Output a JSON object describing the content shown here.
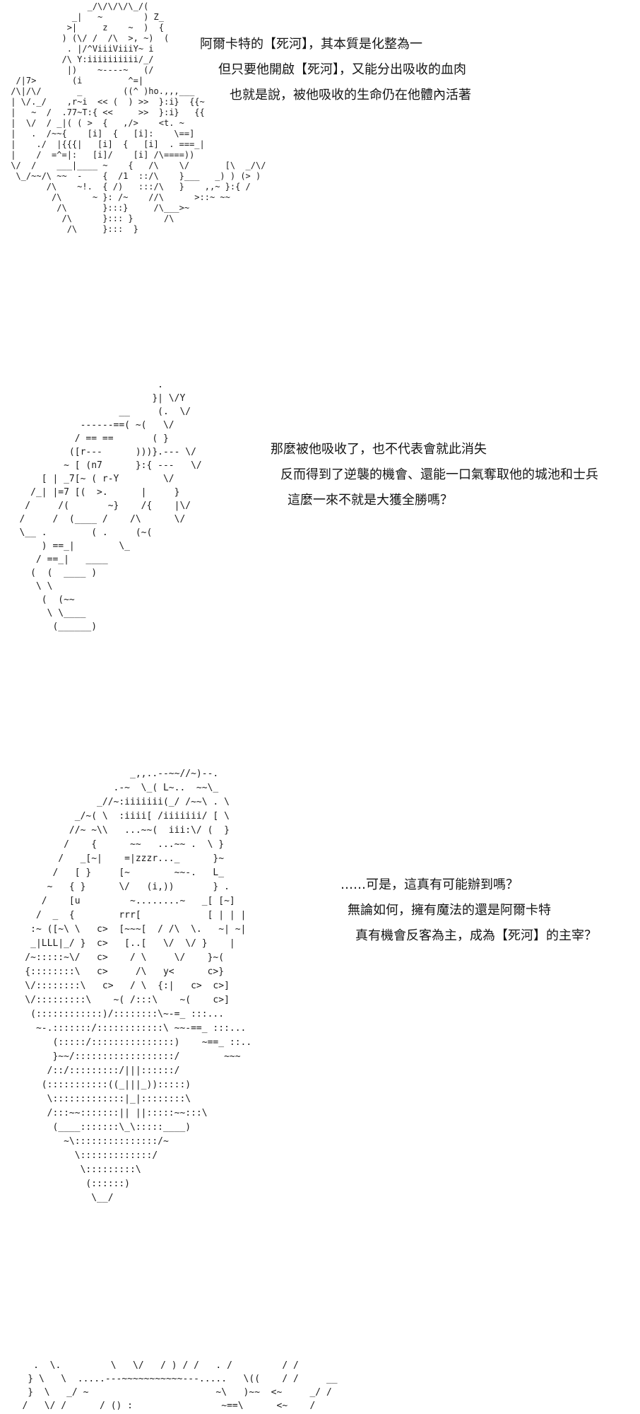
{
  "page": {
    "background_color": "#ffffff",
    "art_color": "#1b1b1b",
    "text_color": "#141414"
  },
  "panels": [
    {
      "id": "panel-1",
      "dialogue": [
        "阿爾卡特的【死河】，其本質是化整為一",
        "但只要他開啟【死河】，又能分出吸收的血肉",
        "也就是說，被他吸收的生命仍在他體內活著"
      ],
      "ascii_art": [
        "                _/\\/\\/\\/\\_/(",
        "             _|   ~        ) Z_",
        "            >|     z    ~  )  {",
        "           ) (\\/ /  /\\  >, ~)  (",
        "            . |/^ViiiViiiY~ i",
        "           /\\ Y:iiiiiiiiii/_/",
        "            |)    ~----~   (/",
        "  /|7>       (i         ^=|",
        " /\\|/\\/       _        ((^ )ho.,,,___",
        " | \\/._/    ,r~i  << (  ) >>  }:i}  {{~",
        " |   ~  /  .77~T:{ <<     >>  }:i}   {{",
        " |  \\/  / _|( ( >  {   ,/>    <t. ~",
        " |   .  /~~{    [i]  {   [i]:    \\==]",
        " |    ./  |{{{|   [i]  {   [i]  . ===_|",
        " |    /  =^=|:   [i]/    [i] /\\====))",
        " \\/  /    ___|____ ~    {   /\\    \\/       [\\  _/\\/",
        "  \\_/~~/\\ ~~  -    {  /1  ::/\\    }___   _) ) (> )",
        "        /\\    ~!.  { /)   :::/\\   }    ,,~ }:{ /",
        "         /\\      ~ }: /~    //\\      >::~ ~~",
        "          /\\       }:::}     /\\___>~",
        "           /\\      }::: }      /\\",
        "            /\\     }:::  }"
      ]
    },
    {
      "id": "panel-2",
      "dialogue": [
        "那麼被他吸收了，也不代表會就此消失",
        "反而得到了逆襲的機會、還能一口氣奪取他的城池和士兵",
        "這麼一來不就是大獲全勝嗎？"
      ],
      "ascii_art": [
        "                            .",
        "                           }| \\/Y",
        "                     __     (.  \\/",
        "              ------==( ~(   \\/",
        "             / == ==       ( }",
        "            ([r---      )))}.--- \\/",
        "           ~ [ (n7      }:{ ---   \\/",
        "       [ | _7[~ ( r-Y        \\/",
        "     /_| |=7 [(  >.      |     }",
        "    /     /(       ~}    /{    |\\/",
        "   /     /  (____ /    /\\      \\/",
        "   \\__ .        ( .     (~(",
        "       ) ==_|        \\_",
        "      / ==_|   ____",
        "     (  (  ____ )",
        "      \\ \\",
        "       (  (~~",
        "        \\ \\____",
        "         (______)"
      ]
    },
    {
      "id": "panel-3",
      "dialogue": [
        "……可是，這真有可能辦到嗎？",
        "無論如何，擁有魔法的還是阿爾卡特",
        "真有機會反客為主，成為【死河】的主宰？"
      ],
      "ascii_art": [
        "                       _,,..--~~//~)--.",
        "                    .-~  \\_( L~..  ~~\\_",
        "                 _//~:iiiiiii(_/ /~~\\ . \\",
        "             _/~( \\  :iiii[ /iiiiiii/ [ \\",
        "            //~ ~\\\\   ...~~(  iii:\\/ (  }",
        "           /    {      ~~   ...~~ .  \\ }",
        "          /   _[~|    =|zzzr..._      }~",
        "         /   [ }     [~        ~~-.   L_",
        "        ~   { }      \\/   (i,))       } .",
        "       /    [u         ~........~   _[ [~]",
        "      /  _  {        rrr[            [ | | |",
        "     :~ ([~\\ \\   c>  [~~~[  / /\\  \\.   ~| ~|",
        "     _|LLL|_/ }  c>   [..[   \\/  \\/ }    |",
        "    /~:::::~\\/   c>    / \\     \\/    }~(",
        "    {::::::::\\   c>     /\\   y<      c>}",
        "    \\/::::::::\\   c>   / \\  {:|   c>  c>]",
        "    \\/:::::::::\\    ~( /:::\\    ~(    c>]",
        "     (::::::::::::)/::::::::\\~-=_ :::...",
        "      ~-.:::::::/::::::::::::\\ ~~-==_ :::...",
        "         (:::::/:::::::::::::::)    ~==_ ::..",
        "         }~~/::::::::::::::::::/        ~~~",
        "        /::/:::::::::/|||::::::/",
        "       (:::::::::::((_|||_)):::::)",
        "        \\:::::::::::::|_|::::::::\\",
        "        /:::~~:::::::|| ||:::::~~:::\\",
        "         (____:::::::\\_\\:::::____)",
        "           ~\\:::::::::::::::/~",
        "             \\:::::::::::::/",
        "              \\:::::::::\\",
        "               (::::::)",
        "                \\__/"
      ]
    },
    {
      "id": "panel-4",
      "dialogue": [],
      "ascii_art": [
        "     .  \\.         \\   \\/   / ) / /   . /         / /",
        "    } \\   \\  .....---~~~~~~~~~~~---.....   \\((    / /     __",
        "    }  \\   _/ ~                       ~\\   )~~  <~     _/ /",
        "   /   \\/ /      / () :                ~==\\      <~    /",
        "   (  .  \\/     ((|  |))                   \\~~    \\   /"
      ]
    }
  ]
}
